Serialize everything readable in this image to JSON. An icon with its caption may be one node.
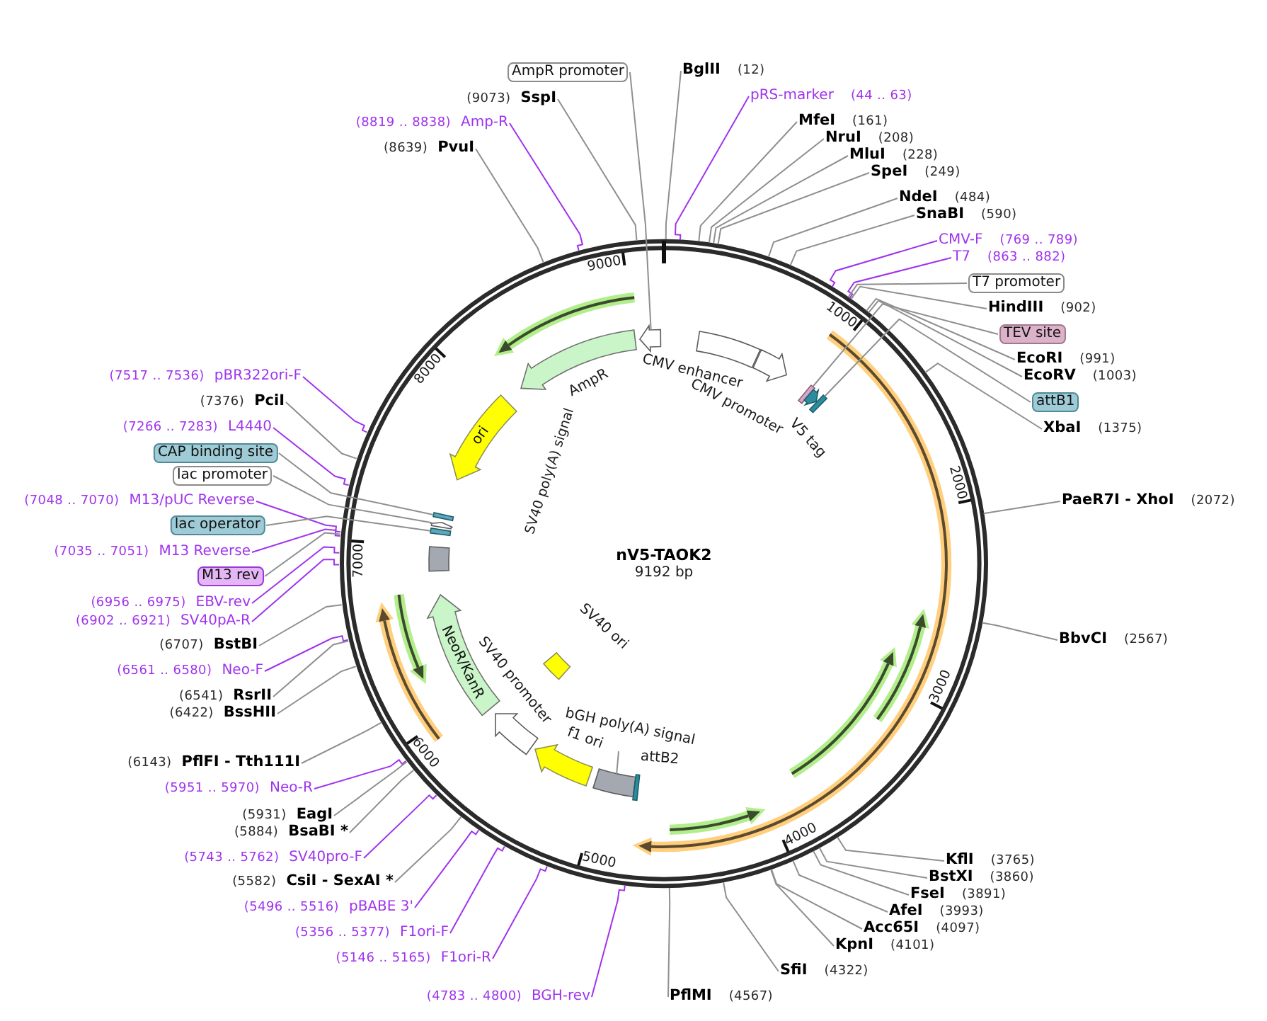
{
  "diagram": {
    "title": "nV5-TAOK2",
    "nodes": [
      {
        "text": [],
        "shape": "circle"
      },
      {
        "text": [
          "AmpR promoter"
        ]
      },
      {
        "text": [
          "BglII",
          "(12)"
        ]
      },
      {
        "text": [
          "pRS-marker",
          "(44 .. 63)"
        ]
      },
      {
        "text": [
          "(9073)",
          "SspI"
        ]
      },
      {
        "text": [
          "MfeI",
          "(161)"
        ]
      },
      {
        "text": [
          "(8819 .. 8838)",
          "Amp-R"
        ]
      },
      {
        "text": [
          "NruI",
          "(208)"
        ]
      },
      {
        "text": [
          "(8639)",
          "PvuI"
        ]
      },
      {
        "text": [
          "MluI",
          "(228)"
        ]
      },
      {
        "text": [
          "SpeI",
          "(249)"
        ]
      },
      {
        "text": [
          "NdeI",
          "(484)"
        ]
      },
      {
        "text": [
          "SnaBI",
          "(590)"
        ]
      },
      {
        "text": [
          "CMV-F",
          "(769 .. 789)"
        ]
      },
      {
        "text": [
          "T7",
          "(863 .. 882)"
        ]
      },
      {
        "text": [
          "T7 promoter"
        ]
      },
      {
        "text": [
          "HindIII",
          "(902)"
        ]
      },
      {
        "text": [
          "TEV site"
        ]
      },
      {
        "text": [
          "EcoRI",
          "(991)"
        ]
      },
      {
        "text": [
          "(7517 .. 7536)",
          "pBR322ori-F"
        ]
      },
      {
        "text": [
          "EcoRV",
          "(1003)"
        ]
      },
      {
        "text": [
          "(7376)",
          "PciI"
        ]
      },
      {
        "text": [
          "attB1"
        ]
      },
      {
        "text": [
          "(7266 .. 7283)",
          "L4440"
        ]
      },
      {
        "text": [
          "XbaI",
          "(1375)"
        ]
      },
      {
        "text": [
          "CAP binding site"
        ]
      },
      {
        "text": [
          "lac promoter"
        ]
      },
      {
        "text": [
          "(7048 .. 7070)",
          "M13/pUC Reverse"
        ]
      },
      {
        "text": [
          "PaeR7I - XhoI",
          "(2072)"
        ]
      },
      {
        "text": [
          "lac operator"
        ]
      },
      {
        "text": [
          "(7035 .. 7051)",
          "M13 Reverse"
        ]
      },
      {
        "text": [
          "M13 rev"
        ]
      },
      {
        "text": [
          "(6956 .. 6975)",
          "EBV-rev"
        ]
      },
      {
        "text": [
          "(6902 .. 6921)",
          "SV40pA-R"
        ]
      },
      {
        "text": [
          "BbvCI",
          "(2567)"
        ]
      },
      {
        "text": [
          "(6707)",
          "BstBI"
        ]
      },
      {
        "text": [
          "(6561 .. 6580)",
          "Neo-F"
        ]
      },
      {
        "text": [
          "(6541)",
          "RsrII"
        ]
      },
      {
        "text": [
          "(6422)",
          "BssHII"
        ]
      },
      {
        "text": [
          "(6143)",
          "PflFI - Tth111I"
        ]
      },
      {
        "text": [
          "(5951 .. 5970)",
          "Neo-R"
        ]
      },
      {
        "text": [
          "(5931)",
          "EagI"
        ]
      },
      {
        "text": [
          "(5884)",
          "BsaBI *"
        ]
      },
      {
        "text": [
          "(5743 .. 5762)",
          "SV40pro-F"
        ]
      },
      {
        "text": [
          "KflI",
          "(3765)"
        ]
      },
      {
        "text": [
          "BstXI",
          "(3860)"
        ]
      },
      {
        "text": [
          "(5582)",
          "CsiI - SexAI *"
        ]
      },
      {
        "text": [
          "FseI",
          "(3891)"
        ]
      },
      {
        "text": [
          "(5496 .. 5516)",
          "pBABE 3'"
        ]
      },
      {
        "text": [
          "AfeI",
          "(3993)"
        ]
      },
      {
        "text": [
          "Acc65I",
          "(4097)"
        ]
      },
      {
        "text": [
          "(5356 .. 5377)",
          "F1ori-F"
        ]
      },
      {
        "text": [
          "KpnI",
          "(4101)"
        ]
      },
      {
        "text": [
          "(5146 .. 5165)",
          "F1ori-R"
        ]
      },
      {
        "text": [
          "SfiI",
          "(4322)"
        ]
      },
      {
        "text": [
          "(4783 .. 4800)",
          "BGH-rev"
        ]
      },
      {
        "text": [
          "PflMI",
          "(4567)"
        ]
      },
      {
        "text": [],
        "shape": "arrow",
        "beside": [
          "AmpR"
        ],
        "in": 0
      },
      {
        "text": [],
        "shape": "arrow",
        "in": 0
      },
      {
        "text": [],
        "shape": "box",
        "beside": [
          "CMV enhancer"
        ],
        "in": 0
      },
      {
        "text": [],
        "shape": "arrow",
        "beside": [
          "CMV promoter"
        ],
        "in": 0
      },
      {
        "text": [],
        "shape": "box",
        "in": 0
      },
      {
        "text": [],
        "shape": "arrow",
        "in": 0
      },
      {
        "text": [],
        "shape": "box",
        "in": 0
      },
      {
        "text": [
          "ori"
        ],
        "in": 0
      },
      {
        "text": [],
        "shape": "box",
        "in": 0
      },
      {
        "text": [],
        "shape": "arrow",
        "in": 0
      },
      {
        "text": [],
        "shape": "box",
        "in": 0
      },
      {
        "text": [],
        "shape": "box",
        "in": 0
      },
      {
        "text": [
          "NeoR/KanR"
        ],
        "in": 0
      },
      {
        "text": [],
        "shape": "arrow",
        "beside": [
          "SV40 promoter"
        ],
        "in": 0
      },
      {
        "text": [],
        "shape": "box",
        "beside": [
          "SV40 ori"
        ],
        "in": 0
      },
      {
        "text": [],
        "shape": "arrow",
        "beside": [
          "f1 ori"
        ],
        "in": 0
      },
      {
        "text": [],
        "shape": "box",
        "in": 0
      },
      {
        "text": [],
        "shape": "box",
        "beside": [
          "attB2"
        ],
        "in": 0
      },
      {
        "text": [
          "bGH poly(A) signal"
        ],
        "in": 0
      }
    ],
    "edges": [
      {
        "from": 1,
        "to": 58,
        "arrow": "none"
      },
      {
        "from": 2,
        "to": 0,
        "arrow": "none"
      },
      {
        "from": 3,
        "to": 0,
        "arrow": "none",
        "color": "#a033ee"
      },
      {
        "from": 4,
        "to": 0,
        "arrow": "none"
      },
      {
        "from": 5,
        "to": 0,
        "arrow": "none"
      },
      {
        "from": 6,
        "to": 0,
        "arrow": "none",
        "color": "#a033ee"
      },
      {
        "from": 7,
        "to": 0,
        "arrow": "none"
      },
      {
        "from": 8,
        "to": 0,
        "arrow": "none"
      },
      {
        "from": 9,
        "to": 0,
        "arrow": "none"
      },
      {
        "from": 10,
        "to": 0,
        "arrow": "none"
      },
      {
        "from": 11,
        "to": 0,
        "arrow": "none"
      },
      {
        "from": 12,
        "to": 0,
        "arrow": "none"
      },
      {
        "from": 13,
        "to": 0,
        "arrow": "none",
        "color": "#a033ee"
      },
      {
        "from": 14,
        "to": 0,
        "arrow": "none",
        "color": "#a033ee"
      },
      {
        "from": 15,
        "to": 0,
        "arrow": "none"
      },
      {
        "from": 16,
        "to": 0,
        "arrow": "none"
      },
      {
        "from": 17,
        "to": 61,
        "arrow": "none"
      },
      {
        "from": 18,
        "to": 0,
        "arrow": "none"
      },
      {
        "from": 19,
        "to": 0,
        "arrow": "none",
        "color": "#a033ee"
      },
      {
        "from": 20,
        "to": 0,
        "arrow": "none"
      },
      {
        "from": 21,
        "to": 0,
        "arrow": "none"
      },
      {
        "from": 22,
        "to": 63,
        "arrow": "none"
      },
      {
        "from": 23,
        "to": 0,
        "arrow": "none",
        "color": "#a033ee"
      },
      {
        "from": 24,
        "to": 0,
        "arrow": "none"
      },
      {
        "from": 25,
        "to": 65,
        "arrow": "none"
      },
      {
        "from": 26,
        "to": 66,
        "arrow": "none"
      },
      {
        "from": 27,
        "to": 0,
        "arrow": "none",
        "color": "#a033ee"
      },
      {
        "from": 28,
        "to": 0,
        "arrow": "none"
      },
      {
        "from": 29,
        "to": 67,
        "arrow": "none"
      },
      {
        "from": 30,
        "to": 0,
        "arrow": "none",
        "color": "#a033ee"
      },
      {
        "from": 31,
        "to": 0,
        "arrow": "none"
      },
      {
        "from": 32,
        "to": 0,
        "arrow": "none",
        "color": "#a033ee"
      },
      {
        "from": 33,
        "to": 0,
        "arrow": "none",
        "color": "#a033ee"
      },
      {
        "from": 34,
        "to": 0,
        "arrow": "none"
      },
      {
        "from": 35,
        "to": 0,
        "arrow": "none"
      },
      {
        "from": 36,
        "to": 0,
        "arrow": "none",
        "color": "#a033ee"
      },
      {
        "from": 37,
        "to": 0,
        "arrow": "none"
      },
      {
        "from": 38,
        "to": 0,
        "arrow": "none"
      },
      {
        "from": 39,
        "to": 0,
        "arrow": "none"
      },
      {
        "from": 40,
        "to": 0,
        "arrow": "none",
        "color": "#a033ee"
      },
      {
        "from": 41,
        "to": 0,
        "arrow": "none"
      },
      {
        "from": 42,
        "to": 0,
        "arrow": "none"
      },
      {
        "from": 43,
        "to": 0,
        "arrow": "none",
        "color": "#a033ee"
      },
      {
        "from": 44,
        "to": 0,
        "arrow": "none"
      },
      {
        "from": 45,
        "to": 0,
        "arrow": "none"
      },
      {
        "from": 46,
        "to": 0,
        "arrow": "none"
      },
      {
        "from": 47,
        "to": 0,
        "arrow": "none"
      },
      {
        "from": 48,
        "to": 0,
        "arrow": "none",
        "color": "#a033ee"
      },
      {
        "from": 49,
        "to": 0,
        "arrow": "none"
      },
      {
        "from": 50,
        "to": 0,
        "arrow": "none"
      },
      {
        "from": 51,
        "to": 0,
        "arrow": "none",
        "color": "#a033ee"
      },
      {
        "from": 52,
        "to": 0,
        "arrow": "none"
      },
      {
        "from": 53,
        "to": 0,
        "arrow": "none",
        "color": "#a033ee"
      },
      {
        "from": 54,
        "to": 0,
        "arrow": "none"
      },
      {
        "from": 55,
        "to": 0,
        "arrow": "none",
        "color": "#a033ee"
      },
      {
        "from": 56,
        "to": 0,
        "arrow": "none"
      },
      {
        "from": 75,
        "to": 73,
        "arrow": "none"
      }
    ],
    "labels": [
      "9192 bp",
      "1000",
      "2000",
      "3000",
      "4000",
      "5000",
      "6000",
      "7000",
      "8000",
      "9000",
      "SV40 poly(A) signal",
      "V5 tag"
    ]
  }
}
